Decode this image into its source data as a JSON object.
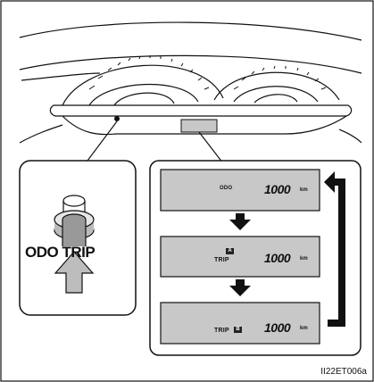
{
  "button": {
    "label": "ODO TRIP"
  },
  "displays": [
    {
      "mode": "ODO",
      "badge": "",
      "value": "1000",
      "unit": "km"
    },
    {
      "mode": "TRIP",
      "badge": "A",
      "value": "1000",
      "unit": "km"
    },
    {
      "mode": "TRIP",
      "badge": "B",
      "value": "1000",
      "unit": "km"
    }
  ],
  "figure_code": "II22ET006a",
  "colors": {
    "lcd": "#c8c8c8",
    "line": "#111111",
    "arrow": "#111111"
  }
}
